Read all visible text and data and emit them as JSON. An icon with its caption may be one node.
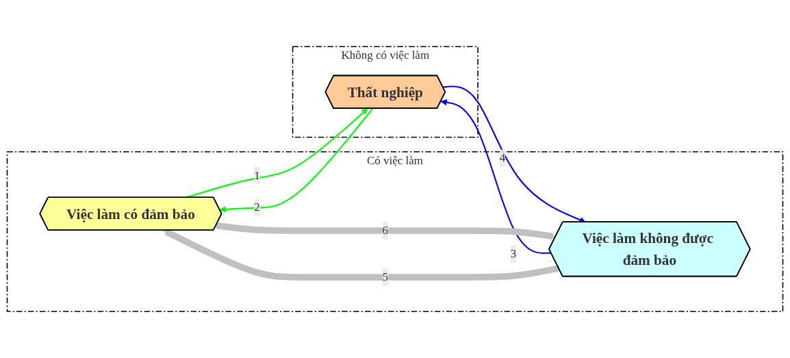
{
  "diagram": {
    "nodes": [
      {
        "text": [
          "Có việc làm"
        ]
      },
      {
        "text": [
          "Việc làm có đảm bảo"
        ],
        "in": 0
      },
      {
        "text": [
          "Việc làm không được đảm bảo"
        ],
        "in": 0
      },
      {
        "text": [
          "Không có việc làm"
        ]
      },
      {
        "text": [
          "Thất nghiệp"
        ],
        "in": 3
      }
    ],
    "edges": [
      {
        "from": 1,
        "to": 4,
        "arrow": "to",
        "label": "1",
        "color": "#00ff00"
      },
      {
        "from": 4,
        "to": 1,
        "arrow": "to",
        "label": "2",
        "color": "#00ff00"
      },
      {
        "from": 2,
        "to": 4,
        "arrow": "to",
        "label": "3",
        "color": "#0000ff"
      },
      {
        "from": 4,
        "to": 2,
        "arrow": "to",
        "label": "4",
        "color": "#0000ff"
      },
      {
        "from": 2,
        "to": 1,
        "arrow": "to",
        "label": "5",
        "style": "thick",
        "color": "#c0c0c0"
      },
      {
        "from": 1,
        "to": 2,
        "arrow": "to",
        "label": "6",
        "style": "thick",
        "color": "#c0c0c0"
      }
    ]
  }
}
